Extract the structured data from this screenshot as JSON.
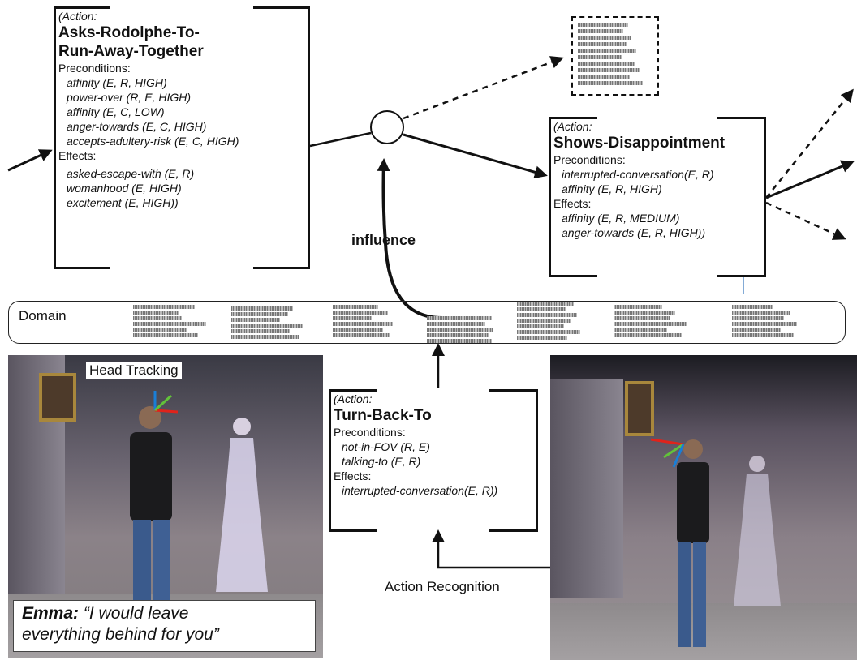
{
  "diagram": {
    "action_main": {
      "tag": "(Action:",
      "name_line1": "Asks-Rodolphe-To-",
      "name_line2": "Run-Away-Together",
      "preconditions_label": "Preconditions:",
      "preconditions": [
        "affinity (E, R, HIGH)",
        "power-over (R, E, HIGH)",
        "affinity (E, C, LOW)",
        "anger-towards (E, C, HIGH)",
        "accepts-adultery-risk (E, C, HIGH)"
      ],
      "effects_label": "Effects:",
      "effects": [
        "asked-escape-with (E, R)",
        "womanhood (E, HIGH)",
        "excitement (E, HIGH))"
      ]
    },
    "action_disappointment": {
      "tag": "(Action:",
      "name": "Shows-Disappointment",
      "preconditions_label": "Preconditions:",
      "preconditions": [
        "interrupted-conversation(E, R)",
        "affinity (E, R, HIGH)"
      ],
      "effects_label": "Effects:",
      "effects": [
        "affinity (E, R, MEDIUM)",
        "anger-towards (E, R, HIGH))"
      ]
    },
    "action_turn": {
      "tag": "(Action:",
      "name": "Turn-Back-To",
      "preconditions_label": "Preconditions:",
      "preconditions": [
        "not-in-FOV (R, E)",
        "talking-to (E, R)"
      ],
      "effects_label": "Effects:",
      "effects": [
        "interrupted-conversation(E, R))"
      ]
    },
    "domain_label": "Domain",
    "influence_label": "influence",
    "head_tracking_label": "Head Tracking",
    "action_recognition_label": "Action Recognition",
    "caption": {
      "speaker": "Emma:",
      "quote_line1": "“I would leave",
      "quote_line2": "everything behind for you”"
    }
  }
}
